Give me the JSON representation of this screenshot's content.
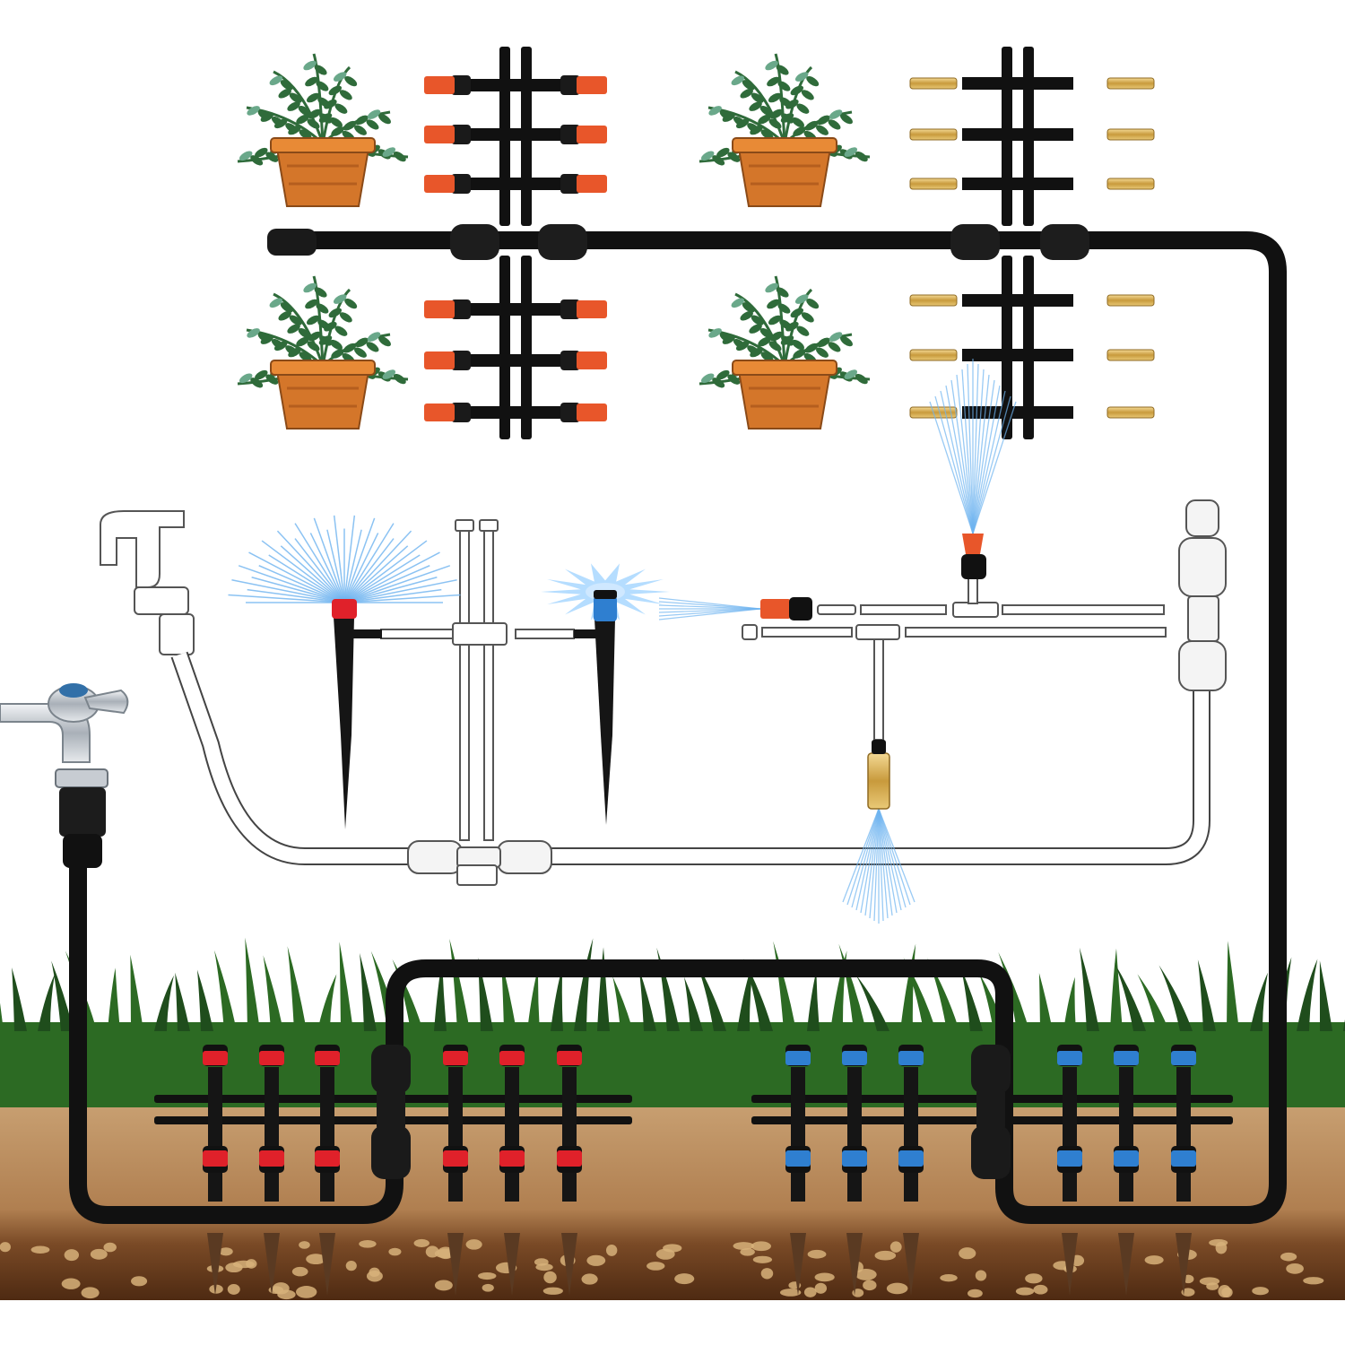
{
  "diagram": {
    "kind": "drip-irrigation-kit-layout",
    "labels": [],
    "colors": {
      "tubing_black": "#111111",
      "tubing_outline": "#2a2a2a",
      "clear_tube_fill": "#ffffff",
      "nozzle_orange": "#e8562a",
      "nozzle_red": "#e0212a",
      "dripper_blue": "#2f7fd0",
      "brass": "#d8b35a",
      "pot": "#d4762a",
      "pot_rim": "#e88a36",
      "leaf": "#2f6b3a",
      "leaf_light": "#6aa88a",
      "grass_dark": "#1f4d1c",
      "grass_mid": "#2c6a23",
      "soil_top": "#c69c6d",
      "soil_bottom": "#5a3218",
      "spray_blue": "#6fb4f0"
    },
    "components": {
      "faucets": [
        "faucet-chrome-connected",
        "faucet-outline"
      ],
      "manifold_groups": [
        "orange-nozzle-manifold-top",
        "orange-nozzle-manifold-bottom",
        "brass-nozzle-manifold-top",
        "brass-nozzle-manifold-bottom"
      ],
      "plant_pots": 4,
      "ground_stakes": [
        "red-cap-stake-group",
        "blue-cap-stake-group"
      ],
      "spray_stakes": [
        "red-360-spray-stake",
        "blue-drip-stake"
      ]
    }
  }
}
